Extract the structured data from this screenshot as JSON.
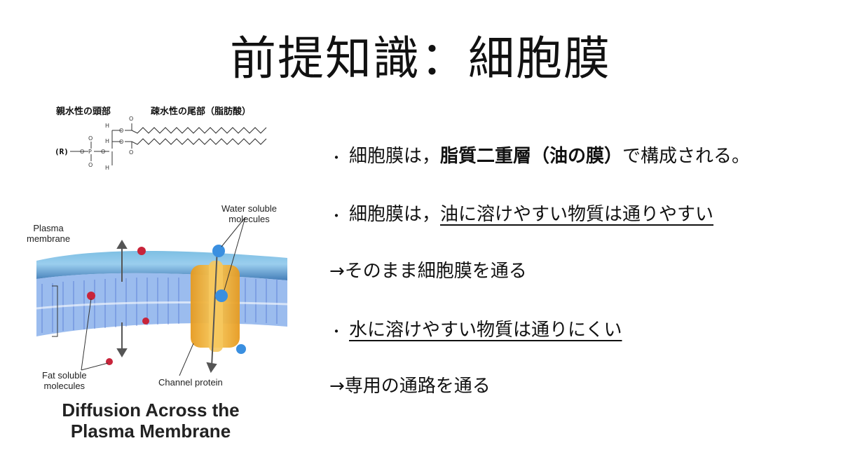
{
  "slide": {
    "title": "前提知識：細胞膜"
  },
  "phospholipid": {
    "head_label": "親水性の頭部",
    "tail_label": "疎水性の尾部（脂肪酸）",
    "r_group": "(R)"
  },
  "diagram": {
    "caption_line1": "Diffusion Across the",
    "caption_line2": "Plasma Membrane",
    "label_plasma1": "Plasma",
    "label_plasma2": "membrane",
    "label_water1": "Water soluble",
    "label_water2": "molecules",
    "label_fat1": "Fat soluble",
    "label_fat2": "molecules",
    "label_channel": "Channel protein",
    "colors": {
      "membrane_top": "#5aa6d6",
      "membrane_bottom": "#2f6fb0",
      "channel": "#f2b640",
      "fat_molecule": "#c8243a",
      "water_molecule": "#3a8fe0"
    }
  },
  "bullets": {
    "b1_prefix": "細胞膜は，",
    "b1_bold": "脂質二重層（油の膜）",
    "b1_suffix": "で構成される。",
    "b2_prefix": "細胞膜は，",
    "b2_underline": "油に溶けやすい物質は通りやすい",
    "b3": "→そのまま細胞膜を通る",
    "b4_underline": "水に溶けやすい物質は通りにくい",
    "b5": "→専用の通路を通る",
    "bullet_char": "・"
  }
}
